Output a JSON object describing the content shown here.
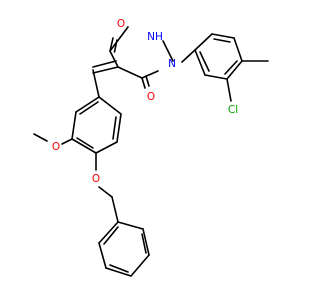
{
  "molecule": {
    "atom_labels": {
      "o_upper": "O",
      "nh": "NH",
      "n_aryl": "N",
      "o_lower": "O",
      "cl": "Cl",
      "o_methoxy": "O",
      "o_benzyloxy": "O"
    },
    "colors": {
      "bond": "#000000",
      "oxygen": "#ff0000",
      "nitrogen": "#0000ff",
      "chlorine": "#00a000"
    }
  }
}
